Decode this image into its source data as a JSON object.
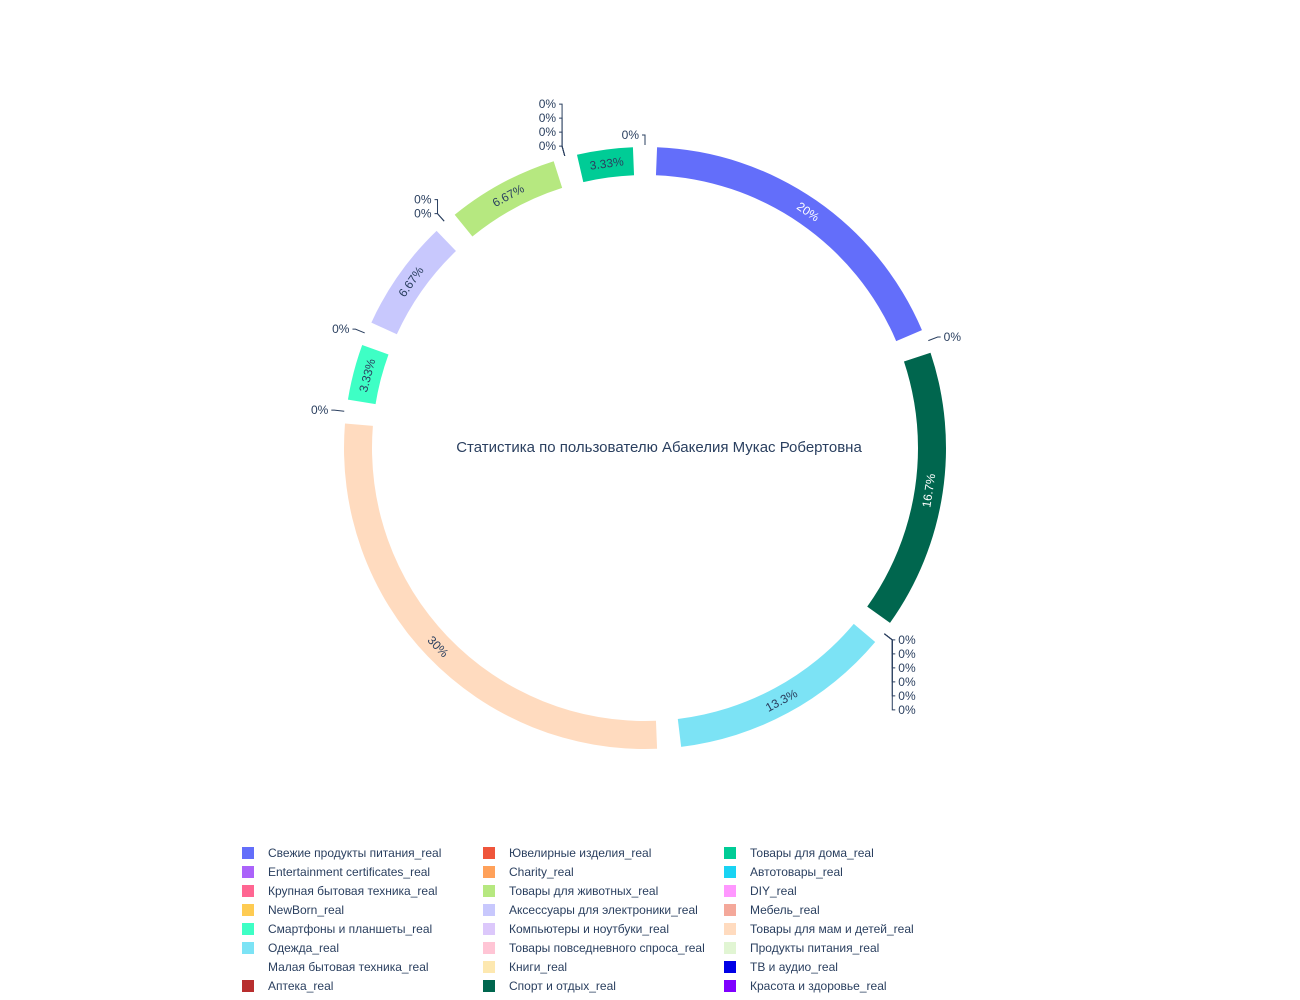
{
  "chart_data": {
    "type": "pie",
    "hole": true,
    "title": "Статистика по пользователю Абакелия Мукас Робертовна",
    "slices": [
      {
        "label": "Свежие продукты питания_real",
        "value": 20,
        "text": "20%",
        "color": "#636efa"
      },
      {
        "label": "Entertainment certificates_real",
        "value": 0,
        "text": "0%",
        "color": "#ab63fa"
      },
      {
        "label": "Спорт и отдых_real",
        "value": 16.7,
        "text": "16.7%",
        "color": "#00664e"
      },
      {
        "label": "Ювелирные изделия_real",
        "value": 0,
        "text": "0%",
        "color": "#ef553b"
      },
      {
        "label": "Charity_real",
        "value": 0,
        "text": "0%",
        "color": "#ffa15a"
      },
      {
        "label": "Крупная бытовая техника_real",
        "value": 0,
        "text": "0%",
        "color": "#ff6692"
      },
      {
        "label": "NewBorn_real",
        "value": 0,
        "text": "0%",
        "color": "#fecb52"
      },
      {
        "label": "Автотовары_real",
        "value": 0,
        "text": "0%",
        "color": "#19d3f3"
      },
      {
        "label": "DIY_real",
        "value": 0,
        "text": "0%",
        "color": "#ff97ff"
      },
      {
        "label": "Одежда_real",
        "value": 13.3,
        "text": "13.3%",
        "color": "#7ce3f5"
      },
      {
        "label": "Товары для мам и детей_real",
        "value": 30,
        "text": "30%",
        "color": "#ffdbbf"
      },
      {
        "label": "Мебель_real",
        "value": 0,
        "text": "0%",
        "color": "#f4a89a"
      },
      {
        "label": "Смартфоны и планшеты_real",
        "value": 3.33,
        "text": "3.33%",
        "color": "#3effc5"
      },
      {
        "label": "Компьютеры и ноутбуки_real",
        "value": 0,
        "text": "0%",
        "color": "#dcc8fb"
      },
      {
        "label": "Аксессуары для электроники_real",
        "value": 6.67,
        "text": "6.67%",
        "color": "#c8c8fd"
      },
      {
        "label": "Товары повседневного спроса_real",
        "value": 0,
        "text": "0%",
        "color": "#ffc5d5"
      },
      {
        "label": "Продукты питания_real",
        "value": 0,
        "text": "0%",
        "color": "#e1f5d3"
      },
      {
        "label": "Товары для животных_real",
        "value": 6.67,
        "text": "6.67%",
        "color": "#b6e880"
      },
      {
        "label": "Книги_real",
        "value": 0,
        "text": "0%",
        "color": "#fde8b0"
      },
      {
        "label": "Малая бытовая техника_real",
        "value": 0,
        "text": "0%",
        "color": "#ffffff"
      },
      {
        "label": "Аптека_real",
        "value": 0,
        "text": "0%",
        "color": "#b82e2e"
      },
      {
        "label": "ТВ и аудио_real",
        "value": 0,
        "text": "0%",
        "color": "#0000e6"
      },
      {
        "label": "Товары для дома_real",
        "value": 3.33,
        "text": "3.33%",
        "color": "#00cc96"
      },
      {
        "label": "Красота и здоровье_real",
        "value": 0,
        "text": "0%",
        "color": "#7f00ff"
      }
    ],
    "legend": {
      "placement": "bottom",
      "columns": 3,
      "entries": [
        {
          "label": "Свежие продукты питания_real",
          "color": "#636efa"
        },
        {
          "label": "Entertainment certificates_real",
          "color": "#ab63fa"
        },
        {
          "label": "Крупная бытовая техника_real",
          "color": "#ff6692"
        },
        {
          "label": "NewBorn_real",
          "color": "#fecb52"
        },
        {
          "label": "Смартфоны и планшеты_real",
          "color": "#3effc5"
        },
        {
          "label": "Одежда_real",
          "color": "#7ce3f5"
        },
        {
          "label": "Малая бытовая техника_real",
          "color": "#ffffff"
        },
        {
          "label": "Аптека_real",
          "color": "#b82e2e"
        },
        {
          "label": "Ювелирные изделия_real",
          "color": "#ef553b"
        },
        {
          "label": "Charity_real",
          "color": "#ffa15a"
        },
        {
          "label": "Товары для животных_real",
          "color": "#b6e880"
        },
        {
          "label": "Аксессуары для электроники_real",
          "color": "#c8c8fd"
        },
        {
          "label": "Компьютеры и ноутбуки_real",
          "color": "#dcc8fb"
        },
        {
          "label": "Товары повседневного спроса_real",
          "color": "#ffc5d5"
        },
        {
          "label": "Книги_real",
          "color": "#fde8b0"
        },
        {
          "label": "Спорт и отдых_real",
          "color": "#00664e"
        },
        {
          "label": "Товары для дома_real",
          "color": "#00cc96"
        },
        {
          "label": "Автотовары_real",
          "color": "#19d3f3"
        },
        {
          "label": "DIY_real",
          "color": "#ff97ff"
        },
        {
          "label": "Мебель_real",
          "color": "#f4a89a"
        },
        {
          "label": "Товары для мам и детей_real",
          "color": "#ffdbbf"
        },
        {
          "label": "Продукты питания_real",
          "color": "#e1f5d3"
        },
        {
          "label": "ТВ и аудио_real",
          "color": "#0000e6"
        },
        {
          "label": "Красота и здоровье_real",
          "color": "#7f00ff"
        }
      ]
    }
  }
}
